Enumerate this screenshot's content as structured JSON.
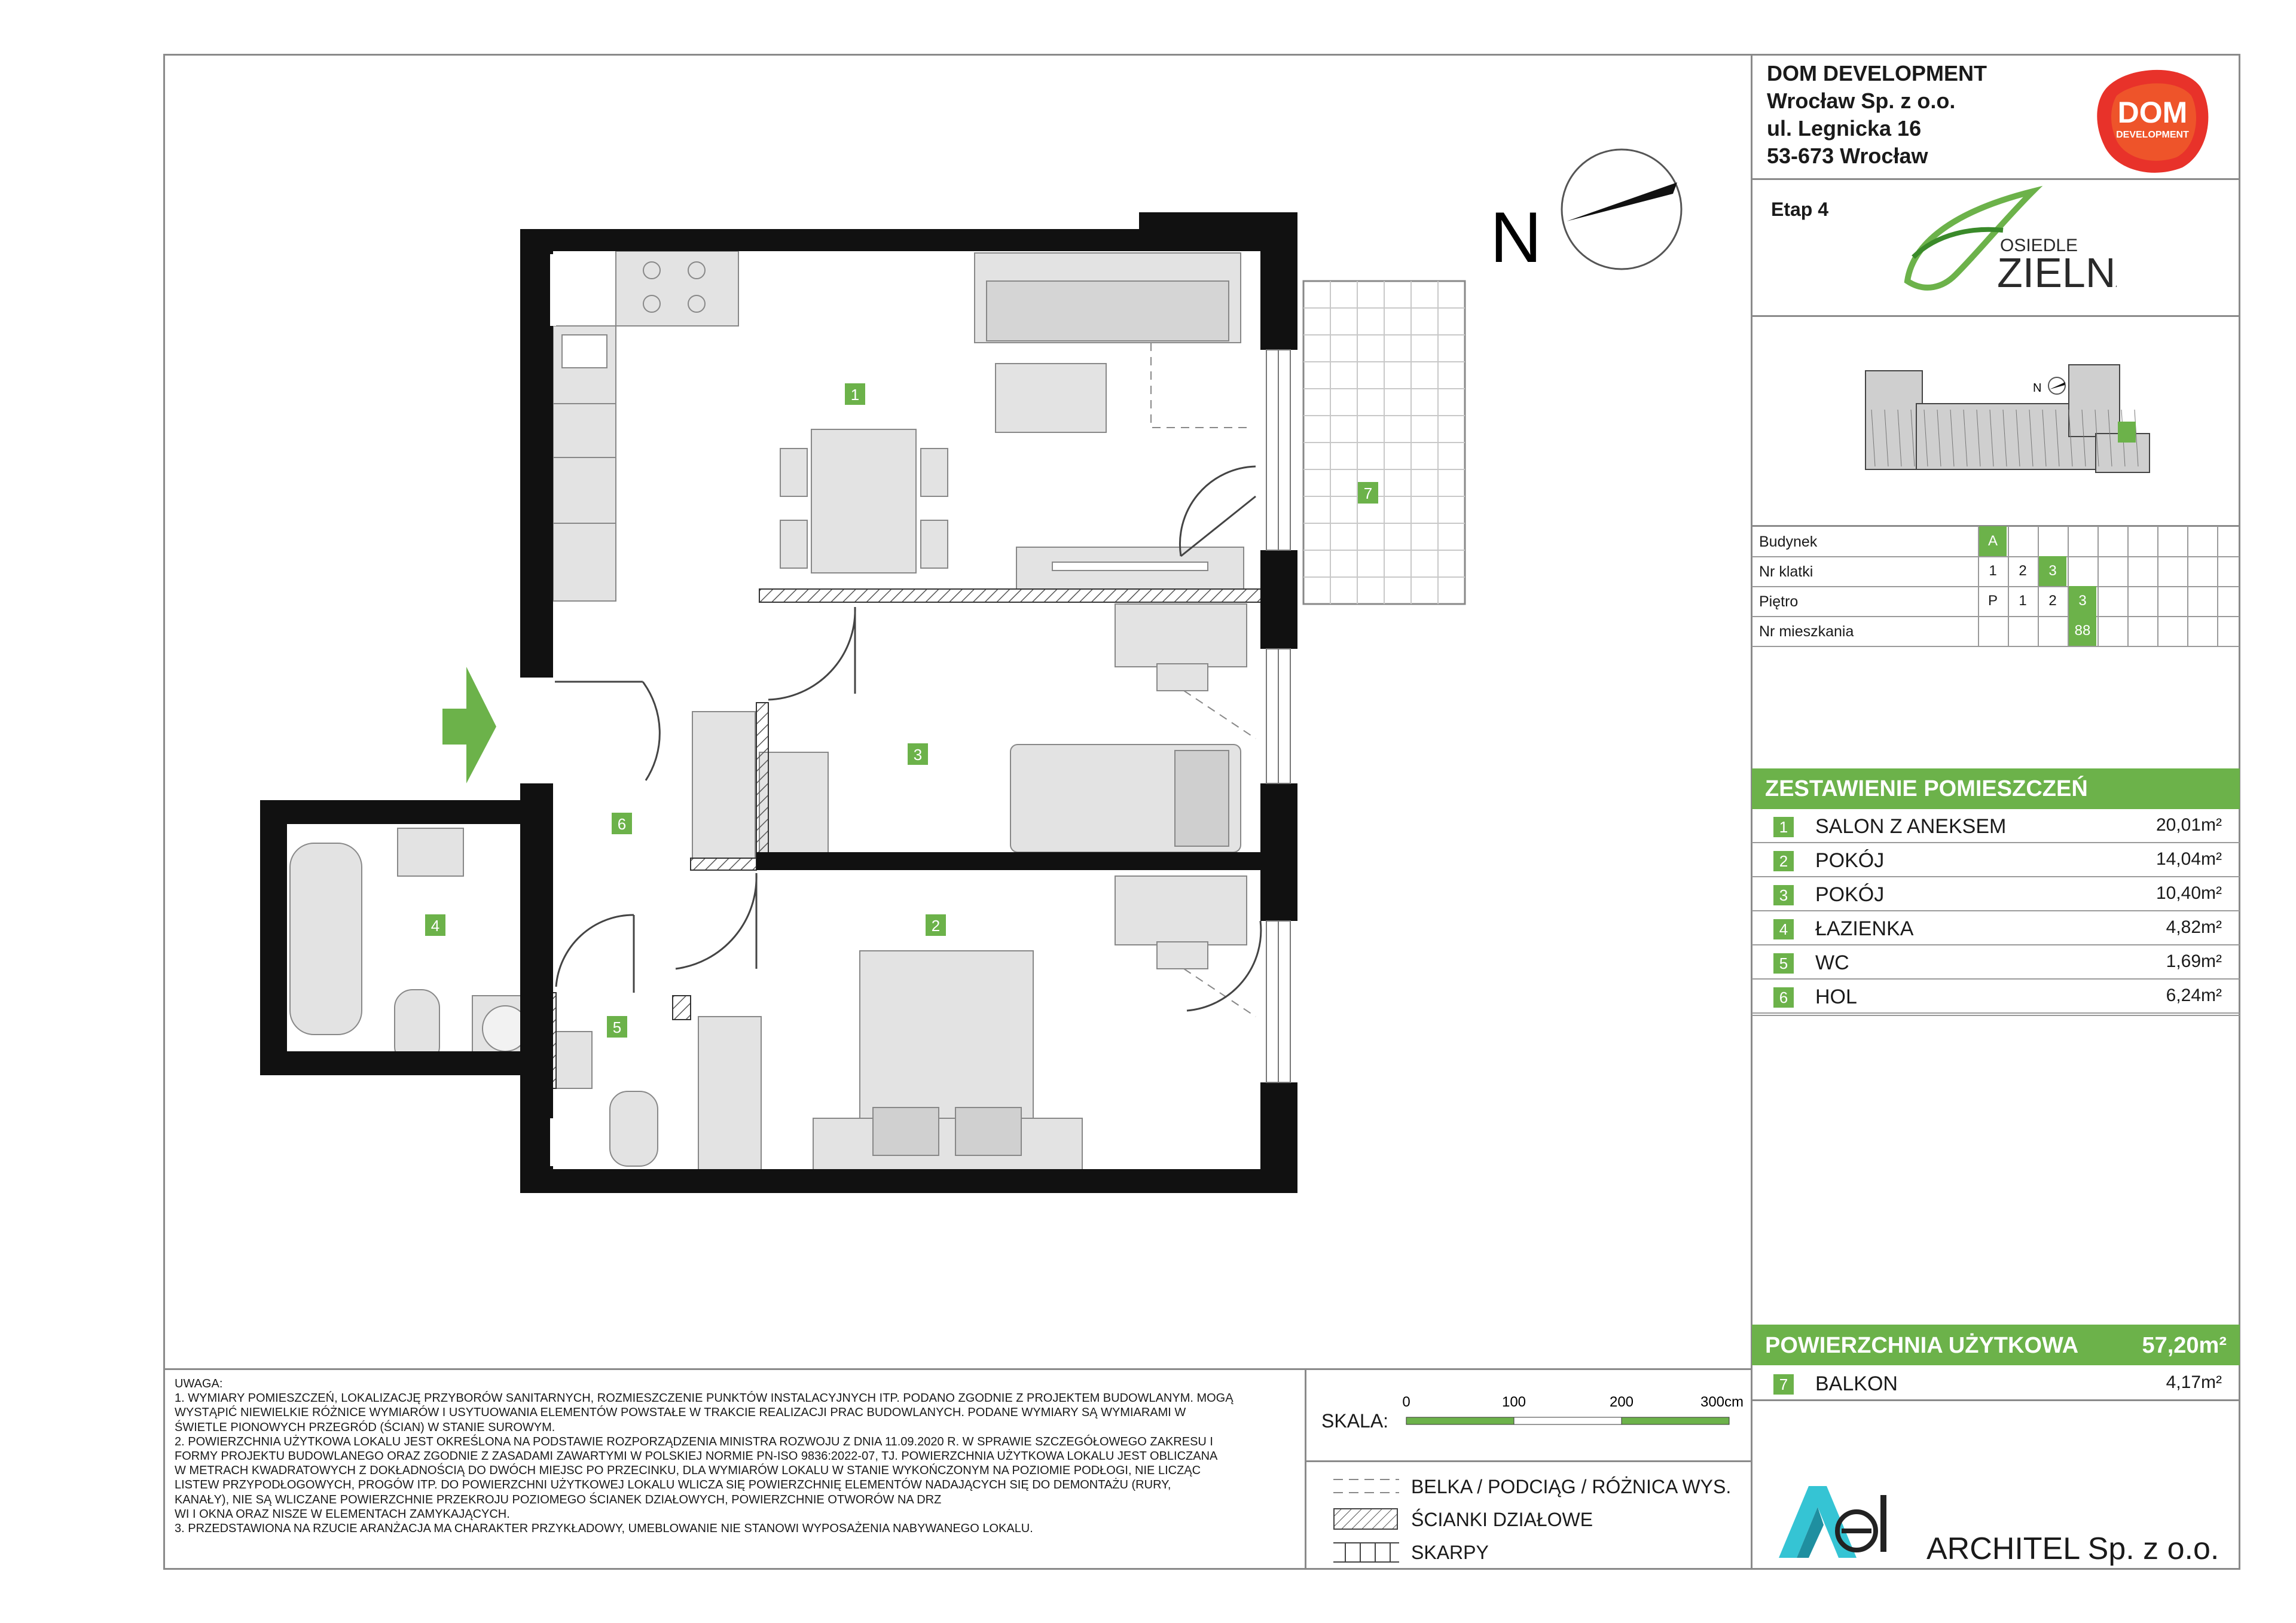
{
  "company": {
    "lines": [
      "DOM DEVELOPMENT",
      "Wrocław Sp. z o.o.",
      "ul. Legnicka 16",
      "53-673 Wrocław"
    ],
    "logo_text": [
      "DOM",
      "DEVELOPMENT"
    ]
  },
  "project": {
    "stage": "Etap 4",
    "logo_text": [
      "OSIEDLE",
      "ZIELNA"
    ]
  },
  "north_label": "N",
  "site_plan_north_label": "N",
  "grid": {
    "rows": [
      {
        "label": "Budynek",
        "cells": [
          "A",
          "",
          "",
          "",
          "",
          "",
          "",
          "",
          ""
        ],
        "active": 0
      },
      {
        "label": "Nr klatki",
        "cells": [
          "1",
          "2",
          "3",
          "",
          "",
          "",
          "",
          "",
          ""
        ],
        "active": 2
      },
      {
        "label": "Piętro",
        "cells": [
          "P",
          "1",
          "2",
          "3",
          "",
          "",
          "",
          "",
          ""
        ],
        "active": 3
      },
      {
        "label": "Nr mieszkania",
        "cells": [
          "",
          "",
          "",
          "88",
          "",
          "",
          "",
          "",
          ""
        ],
        "active": 3
      }
    ]
  },
  "rooms_header": "ZESTAWIENIE POMIESZCZEŃ",
  "rooms": [
    {
      "num": "1",
      "name": "SALON Z ANEKSEM",
      "area": "20,01m²"
    },
    {
      "num": "2",
      "name": "POKÓJ",
      "area": "14,04m²"
    },
    {
      "num": "3",
      "name": "POKÓJ",
      "area": "10,40m²"
    },
    {
      "num": "4",
      "name": "ŁAZIENKA",
      "area": "4,82m²"
    },
    {
      "num": "5",
      "name": "WC",
      "area": "1,69m²"
    },
    {
      "num": "6",
      "name": "HOL",
      "area": "6,24m²"
    }
  ],
  "total": {
    "label": "POWIERZCHNIA UŻYTKOWA",
    "area": "57,20m²"
  },
  "balcony": {
    "num": "7",
    "name": "BALKON",
    "area": "4,17m²"
  },
  "plan_labels": [
    "1",
    "2",
    "3",
    "4",
    "5",
    "6",
    "7"
  ],
  "notes": [
    "UWAGA:",
    "1. WYMIARY POMIESZCZEŃ, LOKALIZACJĘ PRZYBORÓW SANITARNYCH, ROZMIESZCZENIE PUNKTÓW INSTALACYJNYCH ITP. PODANO ZGODNIE Z PROJEKTEM BUDOWLANYM. MOGĄ",
    "WYSTĄPIĆ NIEWIELKIE RÓŻNICE WYMIARÓW I USYTUOWANIA ELEMENTÓW POWSTAŁE W TRAKCIE  REALIZACJI PRAC BUDOWLANYCH.  PODANE WYMIARY SĄ WYMIARAMI W",
    "ŚWIETLE PIONOWYCH PRZEGRÓD (ŚCIAN) W STANIE SUROWYM.",
    "2. POWIERZCHNIA UŻYTKOWA LOKALU JEST OKREŚLONA NA PODSTAWIE ROZPORZĄDZENIA MINISTRA ROZWOJU Z DNIA 11.09.2020 R. W SPRAWIE SZCZEGÓŁOWEGO ZAKRESU I",
    "FORMY PROJEKTU  BUDOWLANEGO ORAZ ZGODNIE Z ZASADAMI ZAWARTYMI W POLSKIEJ NORMIE PN-ISO 9836:2022-07,  TJ. POWIERZCHNIA UŻYTKOWA LOKALU  JEST OBLICZANA",
    "W METRACH KWADRATOWYCH Z DOKŁADNOŚCIĄ DO DWÓCH MIEJSC PO PRZECINKU, DLA  WYMIARÓW LOKALU W STANIE WYKOŃCZONYM NA POZIOMIE  PODŁOGI, NIE LICZĄC",
    "LISTEW  PRZYPODŁOGOWYCH,  PROGÓW ITP. DO POWIERZCHNI  UŻYTKOWEJ LOKALU WLICZA SIĘ POWIERZCHNIĘ ELEMENTÓW NADAJĄCYCH SIĘ DO DEMONTAŻU (RURY,",
    "KANAŁY), NIE SĄ WLICZANE POWIERZCHNIE PRZEKROJU POZIOMEGO ŚCIANEK DZIAŁOWYCH, POWIERZCHNIE OTWORÓW NA DRZ",
    "WI  I OKNA ORAZ NISZE W ELEMENTACH ZAMYKAJĄCYCH.",
    "3. PRZEDSTAWIONA NA RZUCIE ARANŻACJA MA CHARAKTER PRZYKŁADOWY, UMEBLOWANIE NIE STANOWI WYPOSAŻENIA NABYWANEGO  LOKALU."
  ],
  "scale": {
    "label": "SKALA:",
    "ticks": [
      "0",
      "100",
      "200",
      "300cm"
    ]
  },
  "legend": [
    {
      "icon": "dashed-lines-icon",
      "text": "BELKA / PODCIĄG / RÓŻNICA WYS."
    },
    {
      "icon": "hatched-wall-icon",
      "text": "ŚCIANKI DZIAŁOWE"
    },
    {
      "icon": "skarpy-icon",
      "text": "SKARPY"
    }
  ],
  "architect": {
    "name": "ARCHITEL Sp. z o.o."
  },
  "colors": {
    "accent_green": "#6cb24a",
    "wall": "#111111",
    "furniture": "#e3e3e3"
  }
}
